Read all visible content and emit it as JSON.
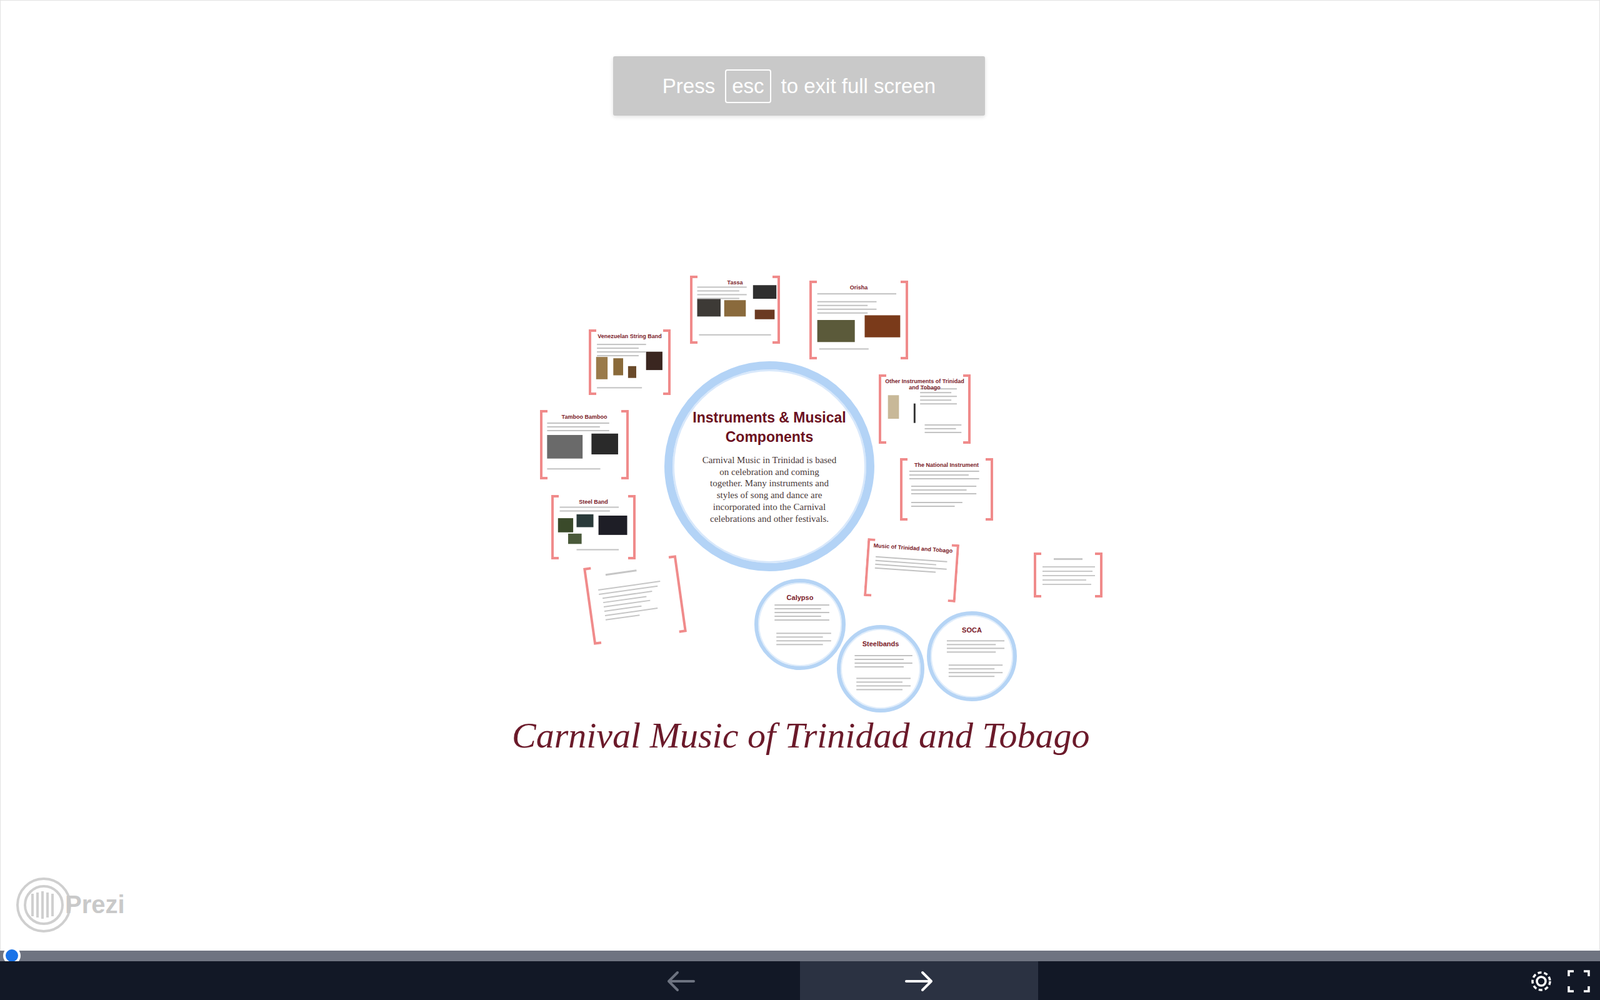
{
  "diagram": {
    "title": "Carnival Music of Trinidad and Tobago",
    "nodes": [
      {
        "text": [
          "Press",
          "to exit full screen"
        ]
      },
      {
        "text": [
          "esc"
        ],
        "in": 0
      },
      {
        "text": [
          "Instruments & Musical Components",
          "Carnival Music in Trinidad is based on celebration and coming together. Many instruments and styles of song and dance are incorporated into the Carnival celebrations and other festivals."
        ]
      },
      {
        "text": [
          "Tassa"
        ]
      },
      {
        "text": [
          "Orisha"
        ]
      },
      {
        "text": [
          "Venezuelan String Band"
        ]
      },
      {
        "text": [
          "Other Instruments of Trinidad and Tobago"
        ]
      },
      {
        "text": [
          "Tamboo Bamboo"
        ]
      },
      {
        "text": [
          "The National Instrument"
        ]
      },
      {
        "text": [
          "Steel Band"
        ]
      },
      {
        "text": [
          "Music of Trinidad and Tobago"
        ]
      },
      {
        "text": [
          "Calypso"
        ]
      },
      {
        "text": [
          "Steelbands"
        ]
      },
      {
        "text": [
          "SOCA"
        ]
      }
    ],
    "labels": [
      "Prezi"
    ]
  }
}
